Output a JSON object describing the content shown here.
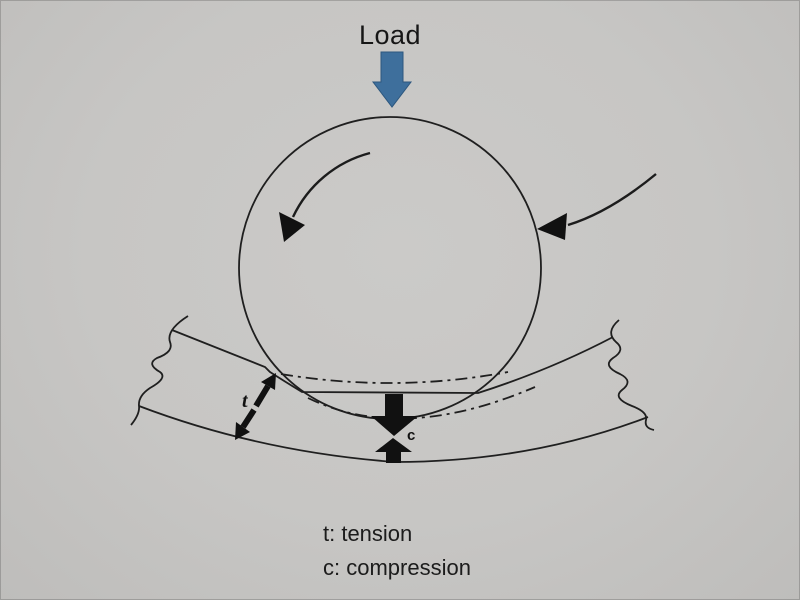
{
  "diagram": {
    "load_label": "Load",
    "tension_arrow_label": "t",
    "compression_arrow_label": "c",
    "legend": {
      "tension": "t: tension",
      "compression": "c: compression"
    },
    "colors": {
      "background": "#c7c6c4",
      "line": "#1f1f1f",
      "load_arrow_fill": "#3e6f9c",
      "load_arrow_edge": "#2d577e"
    }
  }
}
